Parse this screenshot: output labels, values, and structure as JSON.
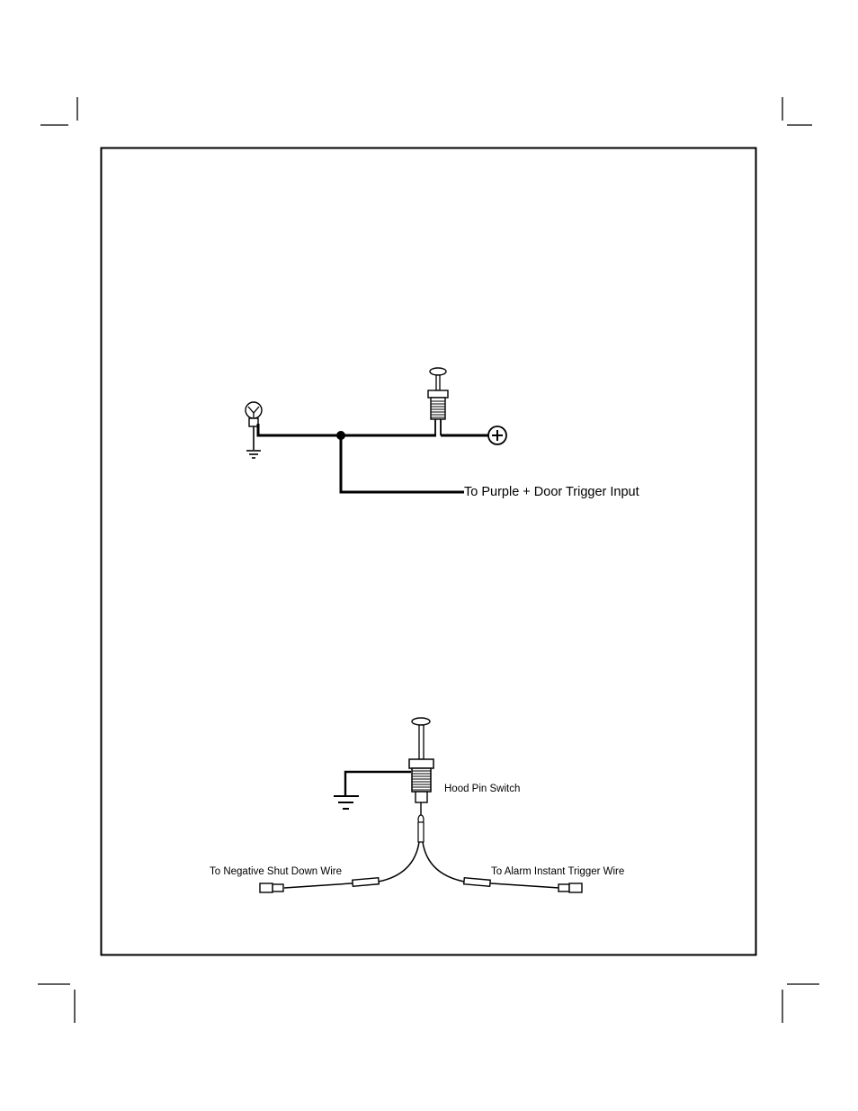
{
  "diagram_1": {
    "label_purple_trigger": "To Purple + Door Trigger Input"
  },
  "diagram_2": {
    "label_hood_pin": "Hood Pin Switch",
    "label_negative_shutdown": "To Negative Shut Down Wire",
    "label_instant_trigger": "To Alarm Instant Trigger Wire"
  },
  "colors": {
    "ink": "#000000",
    "paper": "#ffffff"
  },
  "icons": [
    "crop-mark",
    "lamp-icon",
    "ground-icon",
    "pin-switch-icon",
    "battery-positive-icon",
    "wire-connector-icon"
  ]
}
